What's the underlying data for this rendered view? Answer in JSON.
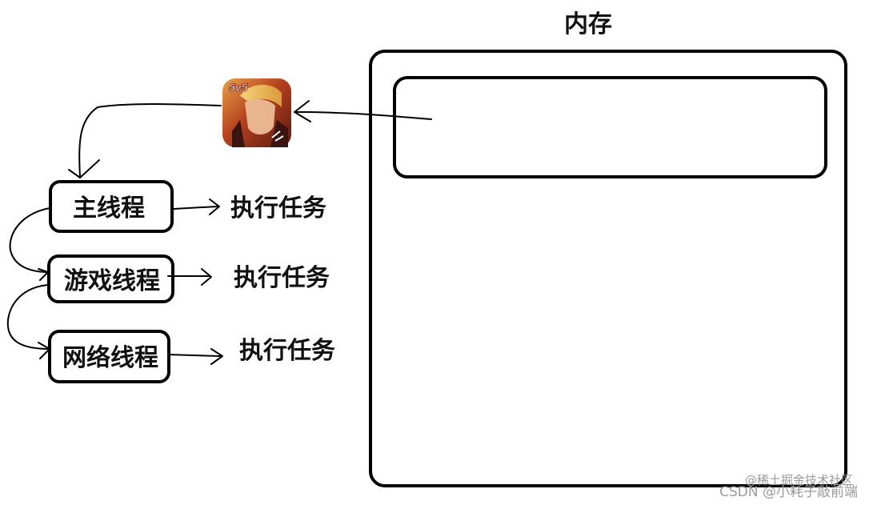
{
  "memory": {
    "title": "内存"
  },
  "app_icon": {
    "badge": "5v5",
    "icon": "game-app-icon"
  },
  "threads": [
    {
      "label": "主线程",
      "task": "执行任务"
    },
    {
      "label": "游戏线程",
      "task": "执行任务"
    },
    {
      "label": "网络线程",
      "task": "执行任务"
    }
  ],
  "watermark": {
    "line1": "@稀土掘金技术社区",
    "line2": "CSDN @小耗子敲前端"
  },
  "colors": {
    "ink": "#000000",
    "watermark": "#9a9a9a"
  }
}
